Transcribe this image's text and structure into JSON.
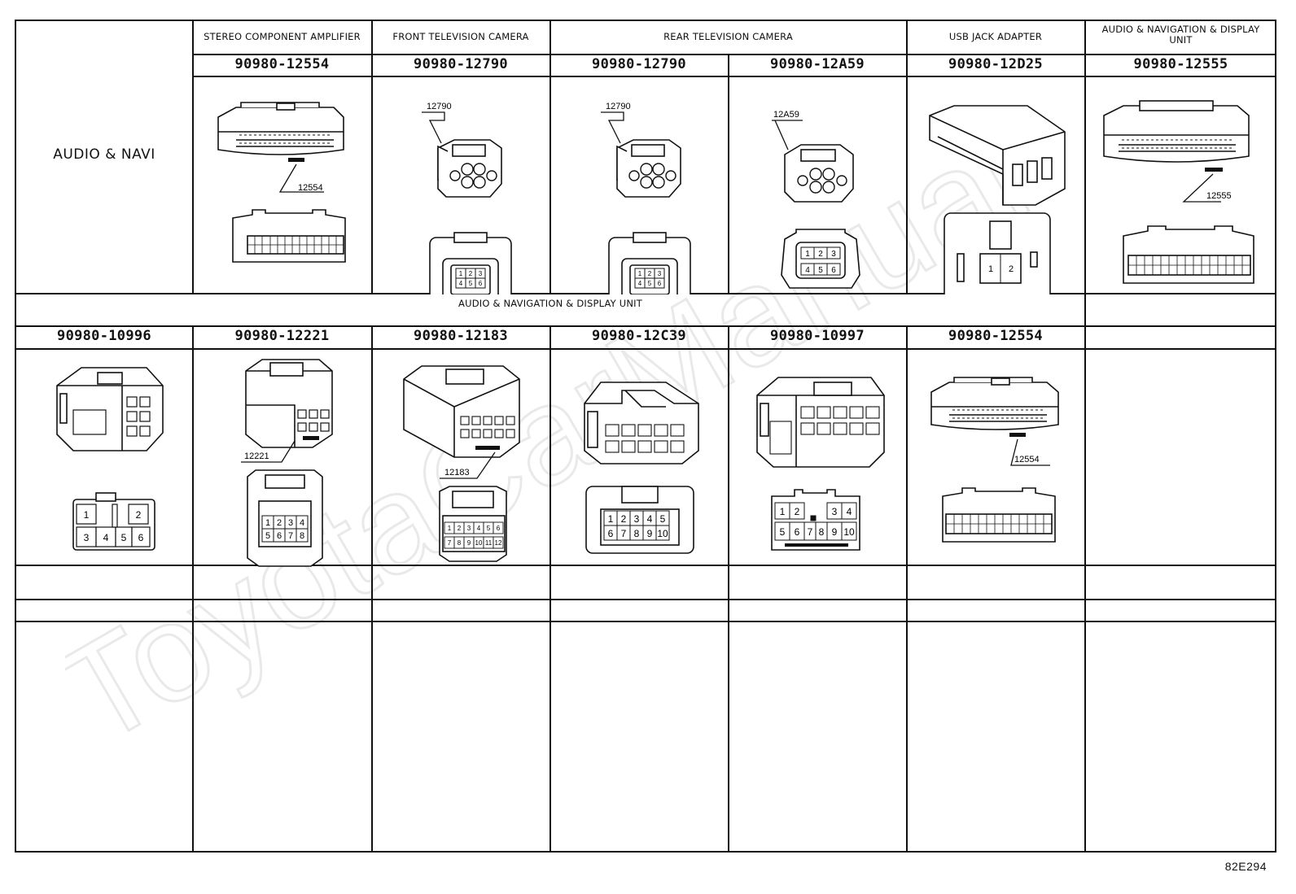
{
  "section_label": "AUDIO & NAVI",
  "row1": {
    "headers": [
      "STEREO COMPONENT AMPLIFIER",
      "FRONT TELEVISION CAMERA",
      "REAR TELEVISION CAMERA",
      "USB JACK ADAPTER",
      "AUDIO & NAVIGATION & DISPLAY UNIT"
    ],
    "parts": [
      "90980-12554",
      "90980-12790",
      "90980-12790",
      "90980-12A59",
      "90980-12D25",
      "90980-12555"
    ],
    "callouts": [
      "12554",
      "12790",
      "12790",
      "12A59",
      "",
      "12555"
    ]
  },
  "row2": {
    "header": "AUDIO & NAVIGATION & DISPLAY UNIT",
    "parts": [
      "90980-10996",
      "90980-12221",
      "90980-12183",
      "90980-12C39",
      "90980-10997",
      "90980-12554"
    ],
    "callouts": [
      "",
      "12221",
      "12183",
      "",
      "",
      "12554"
    ]
  },
  "pinouts": {
    "c10996": [
      "1",
      "2",
      "3",
      "4",
      "5",
      "6"
    ],
    "c12221": [
      "1",
      "2",
      "3",
      "4",
      "5",
      "6",
      "7",
      "8"
    ],
    "c12183": [
      "1",
      "2",
      "3",
      "4",
      "5",
      "6",
      "7",
      "8",
      "9",
      "10",
      "11",
      "12"
    ],
    "c12c39": [
      "1",
      "2",
      "3",
      "4",
      "5",
      "6",
      "7",
      "8",
      "9",
      "10"
    ],
    "c10997": [
      "1",
      "2",
      "3",
      "4",
      "5",
      "6",
      "7",
      "8",
      "9",
      "10"
    ],
    "c12d25": [
      "1",
      "2"
    ],
    "c12a59": [
      "1",
      "2",
      "3",
      "4",
      "5",
      "6"
    ],
    "c12790": [
      "1",
      "2",
      "3",
      "4",
      "5",
      "6"
    ]
  },
  "drawing_code": "82E294",
  "watermark": "ToyotaCarManual"
}
